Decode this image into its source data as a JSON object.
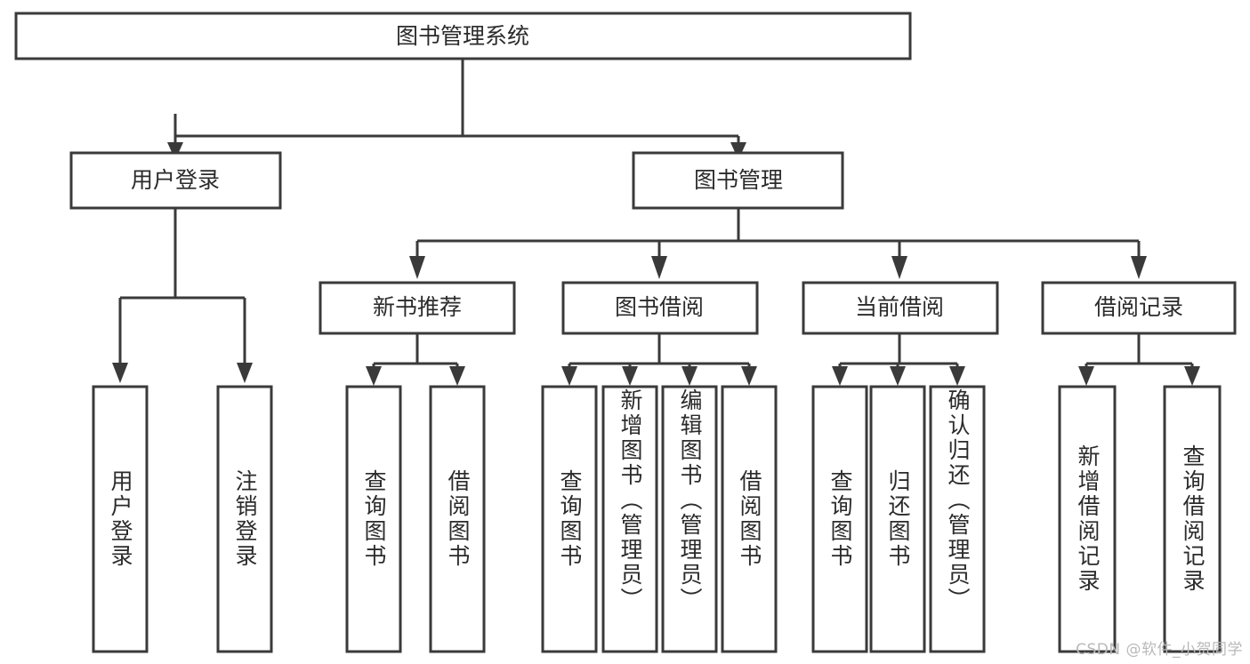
{
  "diagram": {
    "title": "图书管理系统",
    "type": "tree-hierarchy-chart",
    "colors": {
      "stroke": "#3a3a3a",
      "box_fill": "#ffffff",
      "text": "#2b2b2b",
      "background": "#ffffff",
      "watermark": "#b9b9b9"
    },
    "root": {
      "label": "图书管理系统"
    },
    "level1": [
      {
        "label": "用户登录"
      },
      {
        "label": "图书管理"
      }
    ],
    "level2": [
      {
        "label": "新书推荐"
      },
      {
        "label": "图书借阅"
      },
      {
        "label": "当前借阅"
      },
      {
        "label": "借阅记录"
      }
    ],
    "leaves": {
      "user_login": [
        {
          "label": "用户登录"
        },
        {
          "label": "注销登录"
        }
      ],
      "new_book_recommend": [
        {
          "label": "查询图书"
        },
        {
          "label": "借阅图书"
        }
      ],
      "book_borrow": [
        {
          "label": "查询图书"
        },
        {
          "label": "新增图书（管理员）"
        },
        {
          "label": "编辑图书（管理员）"
        },
        {
          "label": "借阅图书"
        }
      ],
      "current_borrow": [
        {
          "label": "查询图书"
        },
        {
          "label": "归还图书"
        },
        {
          "label": "确认归还（管理员）"
        }
      ],
      "borrow_record": [
        {
          "label": "新增借阅记录"
        },
        {
          "label": "查询借阅记录"
        }
      ]
    }
  },
  "watermark": {
    "text": "CSDN @软件_小贺同学"
  }
}
